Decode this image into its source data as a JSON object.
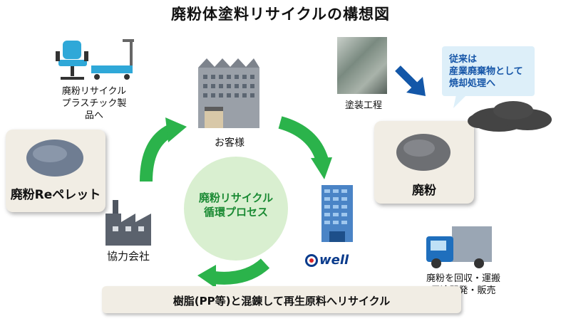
{
  "title": "廃粉体塗料リサイクルの構想図",
  "customer": {
    "label": "お客様"
  },
  "owell": {
    "label": "well"
  },
  "partner": {
    "label": "協力会社"
  },
  "center": {
    "line1": "廃粉リサイクル",
    "line2": "循環プロセス"
  },
  "repellet": {
    "label": "廃粉Reペレット"
  },
  "products": {
    "line1": "廃粉リサイクル",
    "line2": "プラスチック製品へ"
  },
  "painting": {
    "label": "塗装工程"
  },
  "bubble": {
    "line1": "従来は",
    "line2": "産業廃棄物として",
    "line3": "焼却処理へ"
  },
  "waste": {
    "label": "廃粉"
  },
  "truck": {
    "line1": "廃粉を回収・運搬",
    "line2": "用途開発・販売"
  },
  "bottom": {
    "label": "樹脂(PP等)と混錬して再生原料へリサイクル"
  },
  "colors": {
    "arrow_green": "#2bb34b",
    "arrow_blue": "#1357a8",
    "box_bg": "#f1ede4",
    "circle_bg": "#d9efd0"
  }
}
